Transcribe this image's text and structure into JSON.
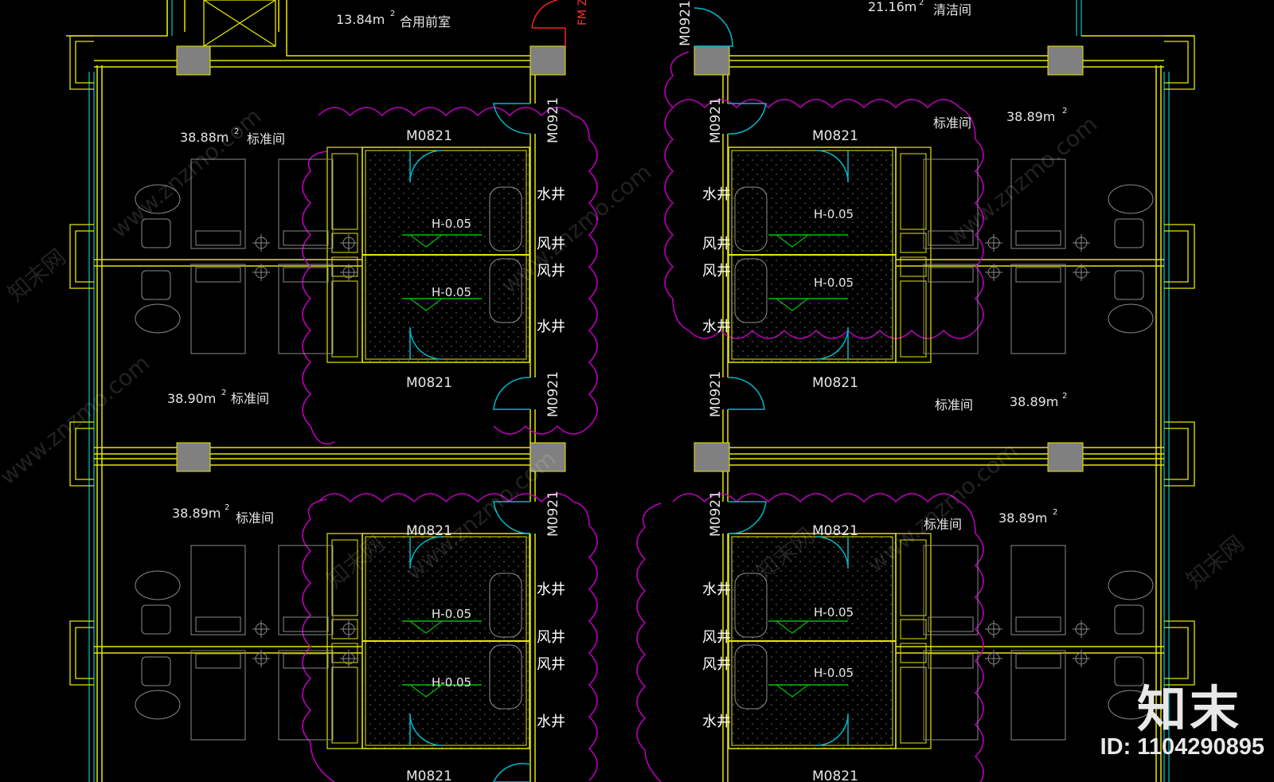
{
  "rooms": {
    "lobby": {
      "area": "13.84m",
      "name": "合用前室"
    },
    "cleaning": {
      "area": "21.16m",
      "name": "清洁间"
    },
    "guest_rooms": [
      {
        "area": "38.88m",
        "name": "标准间"
      },
      {
        "area": "38.89m",
        "name": "标准间"
      },
      {
        "area": "38.90m",
        "name": "标准间"
      },
      {
        "area": "38.89m",
        "name": "标准间"
      },
      {
        "area": "38.89m",
        "name": "标准间"
      },
      {
        "area": "38.89m",
        "name": "标准间"
      }
    ],
    "superscript": "2"
  },
  "doors": {
    "bath": "M0821",
    "room": "M0921",
    "fire": "FM Z"
  },
  "shafts": {
    "water": "水井",
    "air": "风井"
  },
  "floor_level": "H-0.05",
  "watermark": {
    "site": "www.znzmo.com",
    "brand_cn": "知末网"
  },
  "branding": {
    "logo": "知末",
    "id": "ID: 1104290895"
  },
  "colors": {
    "wall": "#e6e600",
    "cloud": "#c000c0",
    "door": "#00b8c8",
    "column": "#808080",
    "floor": "#00c000",
    "glass": "#00a0a0",
    "fire": "#ff2020"
  }
}
